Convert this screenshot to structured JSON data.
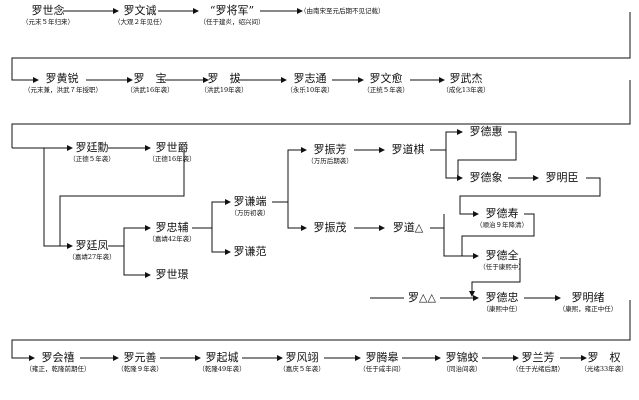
{
  "nodes": {
    "n01": {
      "name": "罗世念",
      "note": "（元末５年归来）"
    },
    "n02": {
      "name": "罗文诚",
      "note": "（大观２年见任）"
    },
    "n03": {
      "name": "“罗将军”",
      "note": "（任于建炎，绍兴间）"
    },
    "n04": {
      "name": "",
      "note": "（由南宋至元后期不见记载）"
    },
    "n05": {
      "name": "罗黄锐",
      "note": "（元末兼，洪武７年授职）"
    },
    "n06": {
      "name": "罗　宝",
      "note": "（洪武16年袭）"
    },
    "n07": {
      "name": "罗　拔",
      "note": "（洪武19年袭）"
    },
    "n08": {
      "name": "罗志通",
      "note": "（永乐10年袭）"
    },
    "n09": {
      "name": "罗文愈",
      "note": "（正统５年袭）"
    },
    "n10": {
      "name": "罗武杰",
      "note": "（成化13年袭）"
    },
    "n11": {
      "name": "罗廷勳",
      "note": "（正德５年袭）"
    },
    "n12": {
      "name": "罗世爵",
      "note": "（正德16年袭）"
    },
    "n13": {
      "name": "罗廷凤",
      "note": "（嘉靖27年袭）"
    },
    "n14": {
      "name": "罗忠辅",
      "note": "（嘉靖42年袭）"
    },
    "n15": {
      "name": "罗世璟",
      "note": ""
    },
    "n16": {
      "name": "罗谦端",
      "note": "（万历初袭）"
    },
    "n17": {
      "name": "罗谦范",
      "note": ""
    },
    "n18": {
      "name": "罗振芳",
      "note": "（万历后期袭）"
    },
    "n19": {
      "name": "罗振茂",
      "note": ""
    },
    "n20": {
      "name": "罗道棋",
      "note": ""
    },
    "n21": {
      "name": "罗道△",
      "note": ""
    },
    "n22": {
      "name": "罗德惠",
      "note": ""
    },
    "n23": {
      "name": "罗德象",
      "note": ""
    },
    "n24": {
      "name": "罗明臣",
      "note": ""
    },
    "n25": {
      "name": "罗德寿",
      "note": "（顺治９年降清）"
    },
    "n26": {
      "name": "罗德全",
      "note": "（任于康熙中）"
    },
    "n27": {
      "name": "罗△△",
      "note": ""
    },
    "n28": {
      "name": "罗德忠",
      "note": "（康熙中任）"
    },
    "n29": {
      "name": "罗明绪",
      "note": "（康熙，雍正中任）"
    },
    "n30": {
      "name": "罗会禧",
      "note": "（雍正，乾隆前期任）"
    },
    "n31": {
      "name": "罗元善",
      "note": "（乾隆９年袭）"
    },
    "n32": {
      "name": "罗起城",
      "note": "（乾隆49年袭）"
    },
    "n33": {
      "name": "罗风翊",
      "note": "（嘉庆５年袭）"
    },
    "n34": {
      "name": "罗腾皋",
      "note": "（任于咸丰间）"
    },
    "n35": {
      "name": "罗锦蛟",
      "note": "（同治间袭）"
    },
    "n36": {
      "name": "罗兰芳",
      "note": "（任于光绪后期）"
    },
    "n37": {
      "name": "罗　权",
      "note": "（光绪33年袭）"
    }
  },
  "main_line_prefix": "————"
}
